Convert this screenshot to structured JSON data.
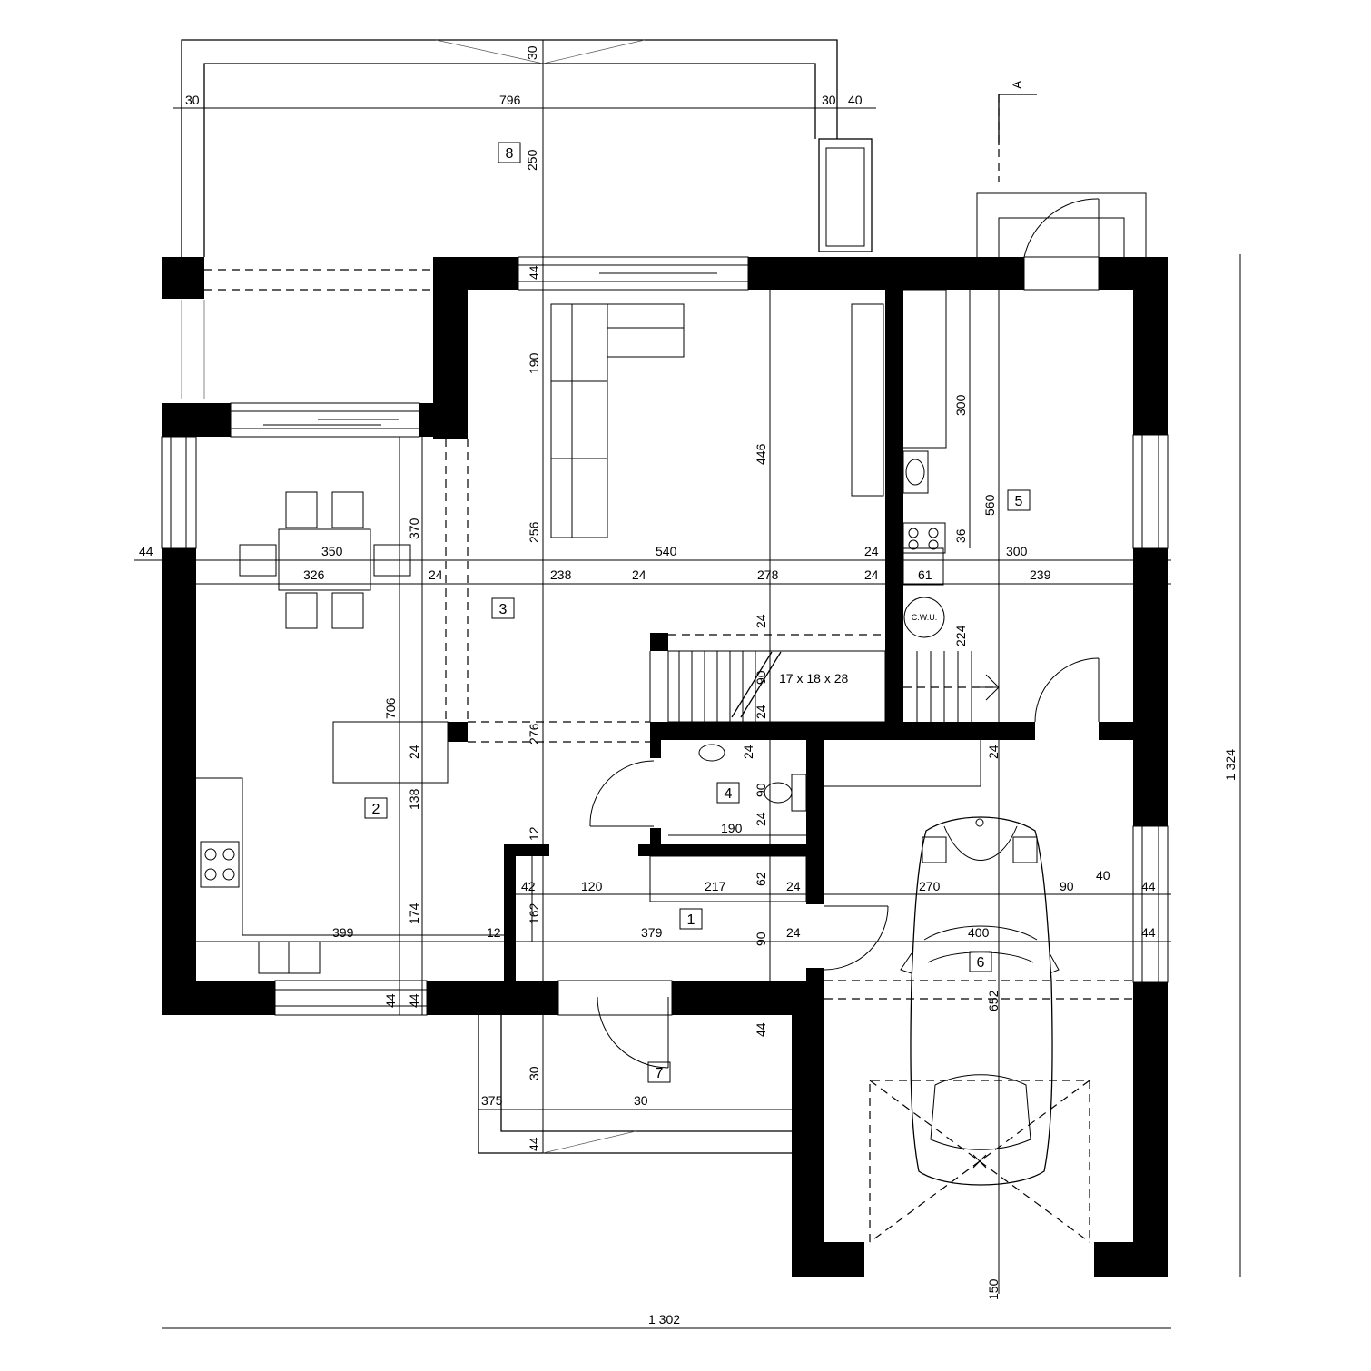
{
  "section_marker": "A",
  "room_tags": [
    "1",
    "2",
    "3",
    "4",
    "5",
    "6",
    "7",
    "8"
  ],
  "stairs_label": "17 x 18 x 28",
  "boiler_label": "C.W.U.",
  "overall": {
    "width": "1 302",
    "height": "1 324"
  },
  "dimensions": [
    "30",
    "30",
    "796",
    "30",
    "40",
    "250",
    "44",
    "190",
    "446",
    "300",
    "256",
    "560",
    "36",
    "44",
    "350",
    "540",
    "24",
    "300",
    "326",
    "24",
    "238",
    "24",
    "278",
    "24",
    "61",
    "239",
    "370",
    "24",
    "224",
    "90",
    "24",
    "706",
    "24",
    "276",
    "24",
    "24",
    "138",
    "90",
    "24",
    "190",
    "12",
    "42",
    "120",
    "217",
    "62",
    "24",
    "270",
    "90",
    "40",
    "44",
    "162",
    "174",
    "399",
    "12",
    "379",
    "90",
    "24",
    "400",
    "44",
    "652",
    "44",
    "44",
    "44",
    "150",
    "30",
    "375",
    "30",
    "44"
  ]
}
